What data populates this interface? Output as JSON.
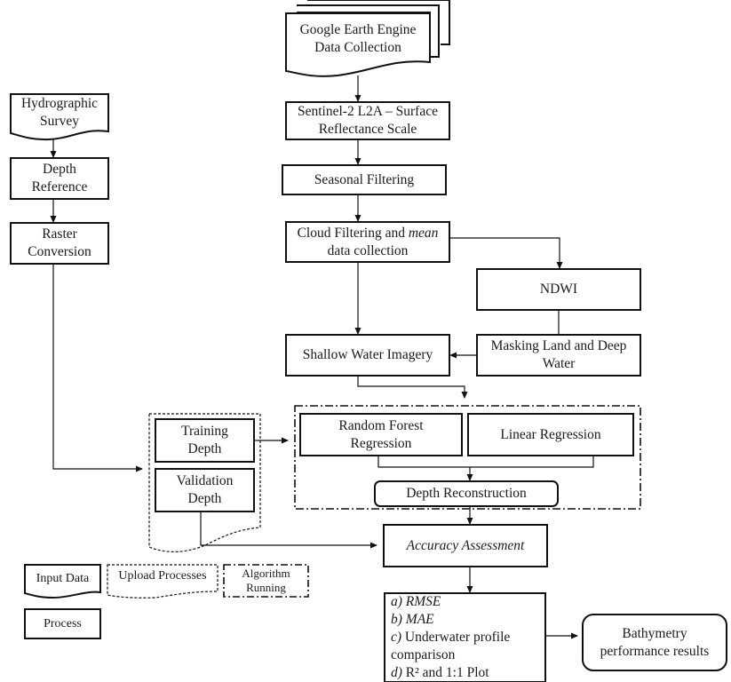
{
  "diagram": {
    "nodes": {
      "gee": {
        "line1": "Google Earth Engine",
        "line2": "Data Collection",
        "shape": "multi-document"
      },
      "sentinel": {
        "line1": "Sentinel-2 L2A – Surface",
        "line2": "Reflectance Scale",
        "shape": "process"
      },
      "seasonal": {
        "line1": "Seasonal Filtering",
        "shape": "process"
      },
      "cloud": {
        "line1_prefix": "Cloud Filtering and ",
        "line1_em": "mean",
        "line2": "data collection",
        "shape": "process"
      },
      "ndwi": {
        "line1": "NDWI",
        "shape": "process"
      },
      "masking": {
        "line1": "Masking Land and Deep",
        "line2": "Water",
        "shape": "process"
      },
      "shallow": {
        "line1": "Shallow Water Imagery",
        "shape": "process"
      },
      "hydro": {
        "line1": "Hydrographic",
        "line2": "Survey",
        "shape": "document"
      },
      "depthref": {
        "line1": "Depth",
        "line2": "Reference",
        "shape": "process"
      },
      "raster": {
        "line1": "Raster",
        "line2": "Conversion",
        "shape": "process"
      },
      "training": {
        "line1": "Training",
        "line2": "Depth",
        "shape": "process"
      },
      "validation": {
        "line1": "Validation",
        "line2": "Depth",
        "shape": "process"
      },
      "rf": {
        "line1": "Random Forest",
        "line2": "Regression",
        "shape": "process"
      },
      "lr": {
        "line1": "Linear Regression",
        "shape": "process"
      },
      "recon": {
        "line1": "Depth Reconstruction",
        "shape": "rounded"
      },
      "accuracy": {
        "line1": "Accuracy Assessment",
        "shape": "process"
      },
      "metrics": {
        "items": [
          {
            "prefix": "a)",
            "text": "RMSE",
            "italic_text": true
          },
          {
            "prefix": "b)",
            "text": "MAE",
            "italic_text": true
          },
          {
            "prefix": "c)",
            "text": "Underwater profile",
            "italic_text": false
          },
          {
            "prefix": "",
            "text": "comparison",
            "italic_text": false
          },
          {
            "prefix": "d)",
            "text": "R² and 1:1 Plot",
            "italic_text": false
          }
        ],
        "shape": "process"
      },
      "results": {
        "line1": "Bathymetry",
        "line2": "performance results",
        "shape": "rounded"
      }
    },
    "groups": {
      "upload": {
        "name": "Upload Processes",
        "style": "dashed"
      },
      "algorithm": {
        "name": "Algorithm Running",
        "style": "dash-dot"
      }
    },
    "edges": [
      {
        "from": "gee",
        "to": "sentinel"
      },
      {
        "from": "sentinel",
        "to": "seasonal"
      },
      {
        "from": "seasonal",
        "to": "cloud"
      },
      {
        "from": "cloud",
        "to": "ndwi"
      },
      {
        "from": "cloud",
        "to": "shallow"
      },
      {
        "from": "ndwi",
        "to": "masking"
      },
      {
        "from": "masking",
        "to": "shallow"
      },
      {
        "from": "shallow",
        "to": "algorithm"
      },
      {
        "from": "hydro",
        "to": "depthref"
      },
      {
        "from": "depthref",
        "to": "raster"
      },
      {
        "from": "raster",
        "to": "upload"
      },
      {
        "from": "training",
        "to": "algorithm"
      },
      {
        "from": "rf",
        "to": "recon"
      },
      {
        "from": "lr",
        "to": "recon"
      },
      {
        "from": "recon",
        "to": "accuracy"
      },
      {
        "from": "validation",
        "to": "accuracy"
      },
      {
        "from": "accuracy",
        "to": "metrics"
      },
      {
        "from": "metrics",
        "to": "results"
      }
    ],
    "legend": {
      "input_data": "Input Data",
      "upload_processes": "Upload Processes",
      "algorithm_line1": "Algorithm",
      "algorithm_line2": "Running",
      "process": "Process"
    }
  }
}
